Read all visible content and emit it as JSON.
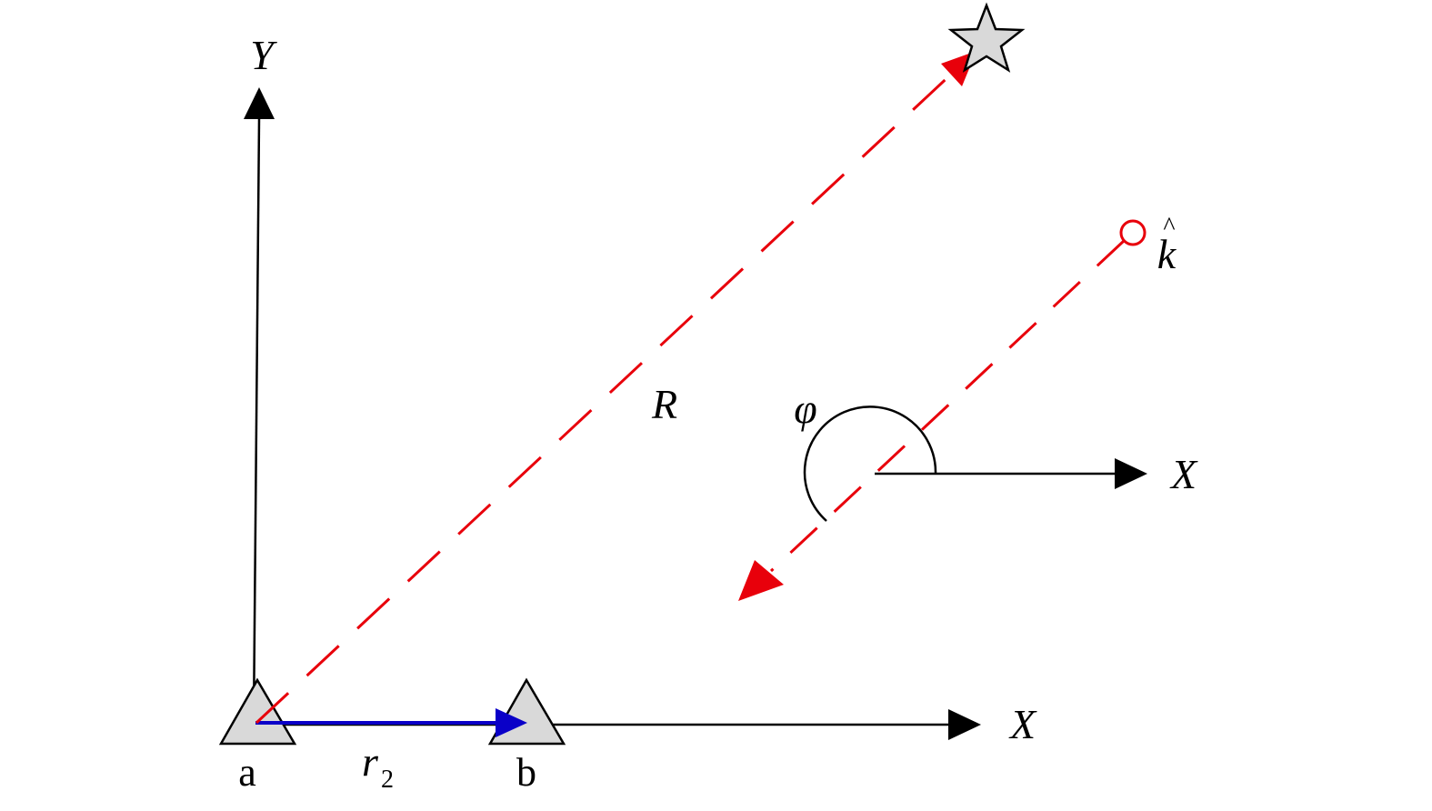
{
  "labels": {
    "y_axis": "Y",
    "x_axis": "X",
    "x_axis_local": "X",
    "range": "R",
    "angle": "φ",
    "wave_vector": "k",
    "wave_vector_hat": "^",
    "baseline_r": "r",
    "baseline_sub": "2",
    "station_a": "a",
    "station_b": "b"
  },
  "colors": {
    "axis": "#000000",
    "signal_path": "#e8000b",
    "baseline": "#0a00c8",
    "station_fill": "#d9d9d9",
    "source_fill": "#d9d9d9"
  },
  "icons": {
    "source": "star-icon",
    "station": "triangle-icon",
    "wave_origin": "circle-icon"
  }
}
